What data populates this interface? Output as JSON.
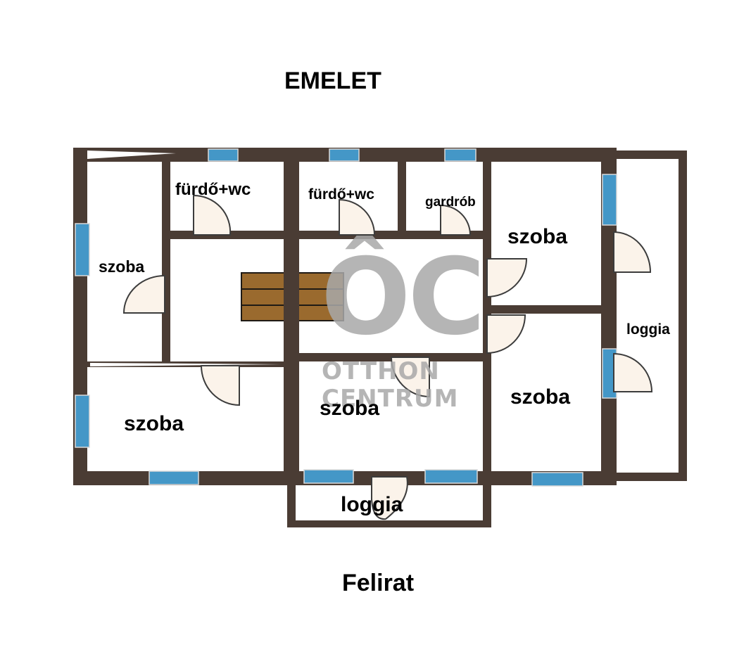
{
  "header": {
    "title": "EMELET"
  },
  "footer": {
    "caption": "Felirat"
  },
  "colors": {
    "wall": "#4a3c34",
    "window": "#4497c7",
    "door_fill": "#fbf3ea",
    "stair": "#9a6a2e",
    "watermark": "#a9a9a9"
  },
  "watermark": {
    "logo": "ÔC",
    "line1": "OTTHON",
    "line2": "CENTRUM"
  },
  "rooms": [
    {
      "id": "room-west",
      "label": "szoba"
    },
    {
      "id": "bath-1",
      "label": "fürdő+wc"
    },
    {
      "id": "bath-2",
      "label": "fürdő+wc"
    },
    {
      "id": "wardrobe",
      "label": "gardrób"
    },
    {
      "id": "room-ne",
      "label": "szoba"
    },
    {
      "id": "loggia-east",
      "label": "loggia"
    },
    {
      "id": "room-sw",
      "label": "szoba"
    },
    {
      "id": "room-south",
      "label": "szoba"
    },
    {
      "id": "room-se",
      "label": "szoba"
    },
    {
      "id": "loggia-south",
      "label": "loggia"
    }
  ]
}
